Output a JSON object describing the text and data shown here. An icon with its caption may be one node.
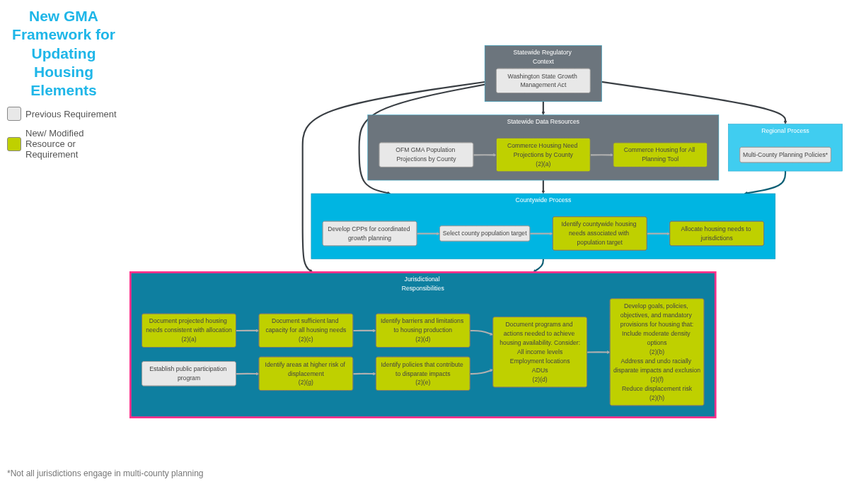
{
  "diagram": {
    "title": "New GMA Framework for Updating Housing Elements",
    "nodes": [
      {
        "text": [
          "Statewide Regulatory Context"
        ]
      },
      {
        "text": [
          "Washington State Growth Management Act"
        ],
        "in": 0
      },
      {
        "text": [
          "Statewide Data Resources"
        ]
      },
      {
        "text": [
          "OFM GMA Population Projections by County"
        ],
        "in": 2
      },
      {
        "text": [
          "Commerce Housing Need Projections by County",
          "(2)(a)"
        ],
        "in": 2
      },
      {
        "text": [
          "Commerce Housing for All Planning Tool"
        ],
        "in": 2
      },
      {
        "text": [
          "Regional Process"
        ]
      },
      {
        "text": [
          "Multi-County Planning Policies*"
        ],
        "in": 6
      },
      {
        "text": [
          "Countywide Process"
        ]
      },
      {
        "text": [
          "Develop CPPs for coordinated growth planning"
        ],
        "in": 8
      },
      {
        "text": [
          "Select county population target"
        ],
        "in": 8
      },
      {
        "text": [
          "Identify countywide housing needs associated with population target"
        ],
        "in": 8
      },
      {
        "text": [
          "Allocate housing needs to jurisdictions"
        ],
        "in": 8
      },
      {
        "text": [
          "Jurisdictional Responsibilities"
        ]
      },
      {
        "text": [
          "Document projected housing needs consistent with allocation",
          "(2)(a)"
        ],
        "in": 13
      },
      {
        "text": [
          "Establish public participation program"
        ],
        "in": 13
      },
      {
        "text": [
          "Document sufficient land capacity for all housing needs",
          "(2)(c)"
        ],
        "in": 13
      },
      {
        "text": [
          "Identify areas at higher risk of displacement",
          "(2)(g)"
        ],
        "in": 13
      },
      {
        "text": [
          "Identify barriers and limitations to housing production",
          "(2)(d)"
        ],
        "in": 13
      },
      {
        "text": [
          "Identify policies that contribute to disparate impacts",
          "(2)(e)"
        ],
        "in": 13
      },
      {
        "text": [
          "Document programs and actions needed to achieve housing availability. Consider:",
          "All income levels",
          "Employment locations",
          "ADUs",
          "(2)(d)"
        ],
        "in": 13
      },
      {
        "text": [
          "Develop goals, policies, objectives, and mandatory provisions for housing that:",
          "Include moderate density options",
          "(2)(b)",
          "Address and undo racially disparate impacts and exclusion",
          "(2)(f)",
          "Reduce displacement risk",
          "(2)(h)"
        ],
        "in": 13
      }
    ],
    "edges": [
      {
        "from": 0,
        "to": 2,
        "arrow": "to",
        "color": "#3a3f44"
      },
      {
        "from": 0,
        "to": 6,
        "arrow": "to",
        "color": "#3a3f44"
      },
      {
        "from": 0,
        "to": 8,
        "arrow": "to",
        "color": "#3a3f44"
      },
      {
        "from": 2,
        "to": 8,
        "arrow": "to",
        "color": "#3a3f44"
      },
      {
        "from": 0,
        "to": 13,
        "arrow": "to",
        "color": "#3a3f44"
      },
      {
        "from": 3,
        "to": 4,
        "arrow": "to"
      },
      {
        "from": 4,
        "to": 5,
        "arrow": "to"
      },
      {
        "from": 6,
        "to": 8,
        "arrow": "to",
        "color": "#0d5f75"
      },
      {
        "from": 9,
        "to": 10,
        "arrow": "to"
      },
      {
        "from": 10,
        "to": 11,
        "arrow": "to"
      },
      {
        "from": 11,
        "to": 12,
        "arrow": "to"
      },
      {
        "from": 8,
        "to": 13,
        "arrow": "to",
        "color": "#0d5f75"
      },
      {
        "from": 14,
        "to": 16,
        "arrow": "to"
      },
      {
        "from": 15,
        "to": 17,
        "arrow": "to"
      },
      {
        "from": 16,
        "to": 18,
        "arrow": "to"
      },
      {
        "from": 17,
        "to": 19,
        "arrow": "to"
      },
      {
        "from": 18,
        "to": 20,
        "arrow": "to"
      },
      {
        "from": 19,
        "to": 20,
        "arrow": "to"
      },
      {
        "from": 20,
        "to": 21,
        "arrow": "to"
      }
    ],
    "labels": [
      "*Not all jurisdictions engage in multi-county planning"
    ],
    "legend": [
      {
        "text": "Previous Requirement",
        "color": "#e8e8e8"
      },
      {
        "text": "New/ Modified Resource or Requirement",
        "color": "#bfd000"
      }
    ]
  }
}
